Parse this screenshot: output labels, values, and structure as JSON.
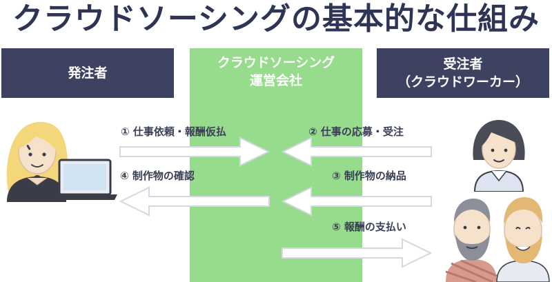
{
  "title": "クラウドソーシングの基本的な仕組み",
  "left_party": {
    "label": "発注者"
  },
  "center_party": {
    "label": "クラウドソーシング\n運営会社"
  },
  "right_party": {
    "label": "受注者\n（クラウドワーカー）"
  },
  "steps": [
    {
      "text": "① 仕事依頼・報酬仮払",
      "direction": "right"
    },
    {
      "text": "② 仕事の応募・受注",
      "direction": "left"
    },
    {
      "text": "③ 制作物の納品",
      "direction": "left"
    },
    {
      "text": "④ 制作物の確認",
      "direction": "left"
    },
    {
      "text": "⑤ 報酬の支払い",
      "direction": "right"
    }
  ],
  "colors": {
    "title_text": "#2e3453",
    "band_bg": "#3d4260",
    "center_bg": "#96dc8c",
    "step_text": "#3a3f55",
    "arrow_fill": "#ffffff",
    "arrow_stroke": "#d4d8e0"
  },
  "icons": {
    "client": "woman-with-laptop-icon",
    "worker_1": "woman-avatar-icon",
    "worker_2": "two-bearded-men-icon"
  }
}
